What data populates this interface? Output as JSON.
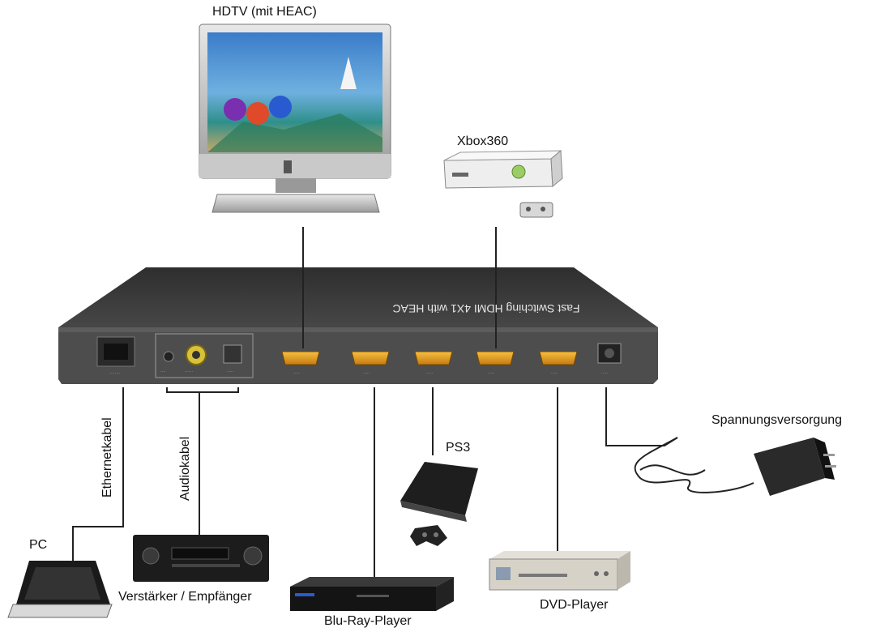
{
  "labels": {
    "hdtv": "HDTV (mit HEAC)",
    "xbox": "Xbox360",
    "ps3": "PS3",
    "power": "Spannungsversorgung",
    "pc": "PC",
    "amp": "Verstärker / Empfänger",
    "bluray": "Blu-Ray-Player",
    "dvd": "DVD-Player",
    "ethernet_cable": "Ethernetkabel",
    "audio_cable": "Audiokabel"
  },
  "switch": {
    "top_text": "Fast Switching HDMI 4X1 with HEAC"
  },
  "colors": {
    "switch_top": "#3a3a3a",
    "switch_front": "#4a4a4a",
    "hdmi_port": "#e0a020",
    "cable": "#222222"
  }
}
